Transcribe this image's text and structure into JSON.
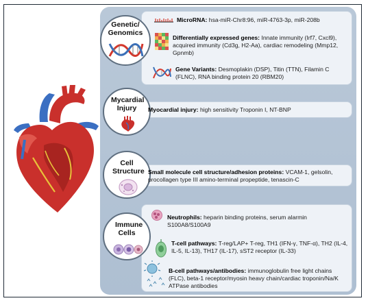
{
  "categories": {
    "genetic": {
      "title": "Genetic/ Genomics"
    },
    "myocardial": {
      "title": "Mycardial Injury"
    },
    "cell": {
      "title": "Cell Structure"
    },
    "immune": {
      "title": "Immune Cells"
    }
  },
  "entries": {
    "microrna": {
      "label": "MicroRNA:",
      "text": "hsa-miR-Chr8:96, miR-4763-3p, miR-208b"
    },
    "deg": {
      "label": "Differentially expressed genes:",
      "text": "Innate immunity (Irf7, Cxcl9), acquired immunity (Cd3g, H2-Aa), cardiac remodeling (Mmp12, Gpnmb)"
    },
    "variants": {
      "label": "Gene Variants:",
      "text": "Desmoplakin (DSP), Titin (TTN), Filamin C (FLNC), RNA binding protein 20 (RBM20)"
    },
    "injury": {
      "label": "Myocardial injury:",
      "text": "high sensitivity Troponin I, NT-BNP"
    },
    "adhesion": {
      "label": "Small molecule cell structure/adhesion proteins:",
      "text": "VCAM-1, gelsolin, procollagen type III amino-terminal propeptide, tenascin-C"
    },
    "neutrophils": {
      "label": "Neutrophils:",
      "text": "heparin binding proteins, serum alarmin S100A8/S100A9"
    },
    "tcell": {
      "label": "T-cell pathways:",
      "text": "T-reg/LAP+ T-reg, TH1 (IFN-γ, TNF-α), TH2 (IL-4, IL-5, IL-13), TH17 (IL-17), sST2 receptor (IL-33)"
    },
    "bcell": {
      "label": "B-cell pathways/antibodies:",
      "text": "immunoglobulin free light chains (FLC), beta-1 receptor/myosin heavy chain/cardiac troponin/Na/K ATPase antibodies"
    }
  },
  "icons": [
    "heart-illustration",
    "dna-helix-icon",
    "microrna-icon",
    "heatmap-icon",
    "gene-variant-icon",
    "heart-small-icon",
    "cell-icon",
    "immune-cells-icon",
    "neutrophil-icon",
    "t-cell-icon",
    "b-cell-icon"
  ],
  "colors": {
    "panel": "#b4c4d5",
    "box": "#eef2f7",
    "heart_red": "#c9302c",
    "vessel_blue": "#3b6fc2",
    "dna_red": "#d4382c",
    "dna_blue": "#3a6fb8",
    "neutrophil": "#d77fa5",
    "tcell": "#6bb07a",
    "bcell": "#5a9ac0"
  }
}
